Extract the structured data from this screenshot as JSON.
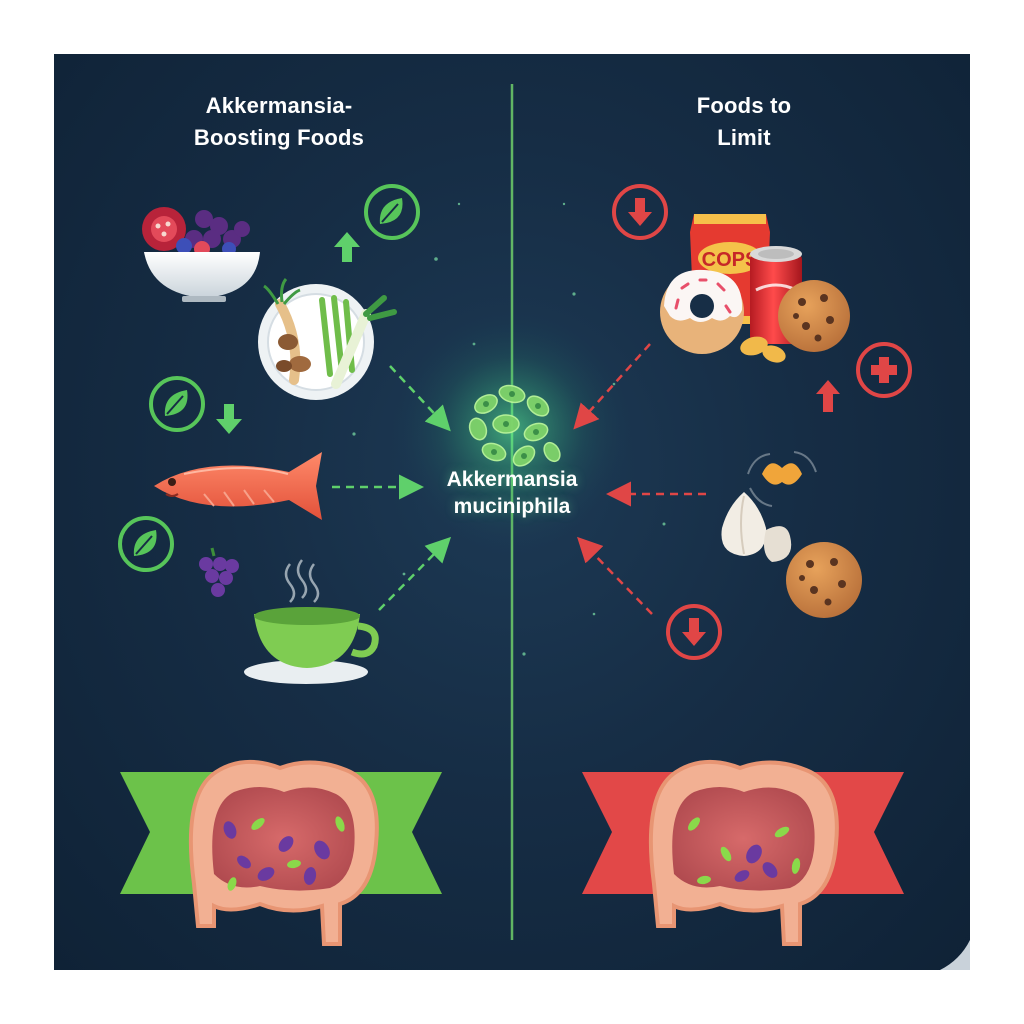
{
  "left_panel": {
    "title": "Akkermansia-\nBoosting Foods"
  },
  "right_panel": {
    "title": "Foods to\nLimit"
  },
  "center": {
    "label": "Akkermansia\nmuciniphila"
  },
  "snack_bag": {
    "text": "COPS"
  },
  "colors": {
    "background": "#162d45",
    "boost_green": "#57c55a",
    "limit_red": "#e04646",
    "divider": "#6fce6a"
  },
  "icons": {
    "boost": "leaf-in-circle-icon",
    "limit_up": "plus-in-circle-icon",
    "limit_down": "down-arrow-in-circle-icon"
  }
}
